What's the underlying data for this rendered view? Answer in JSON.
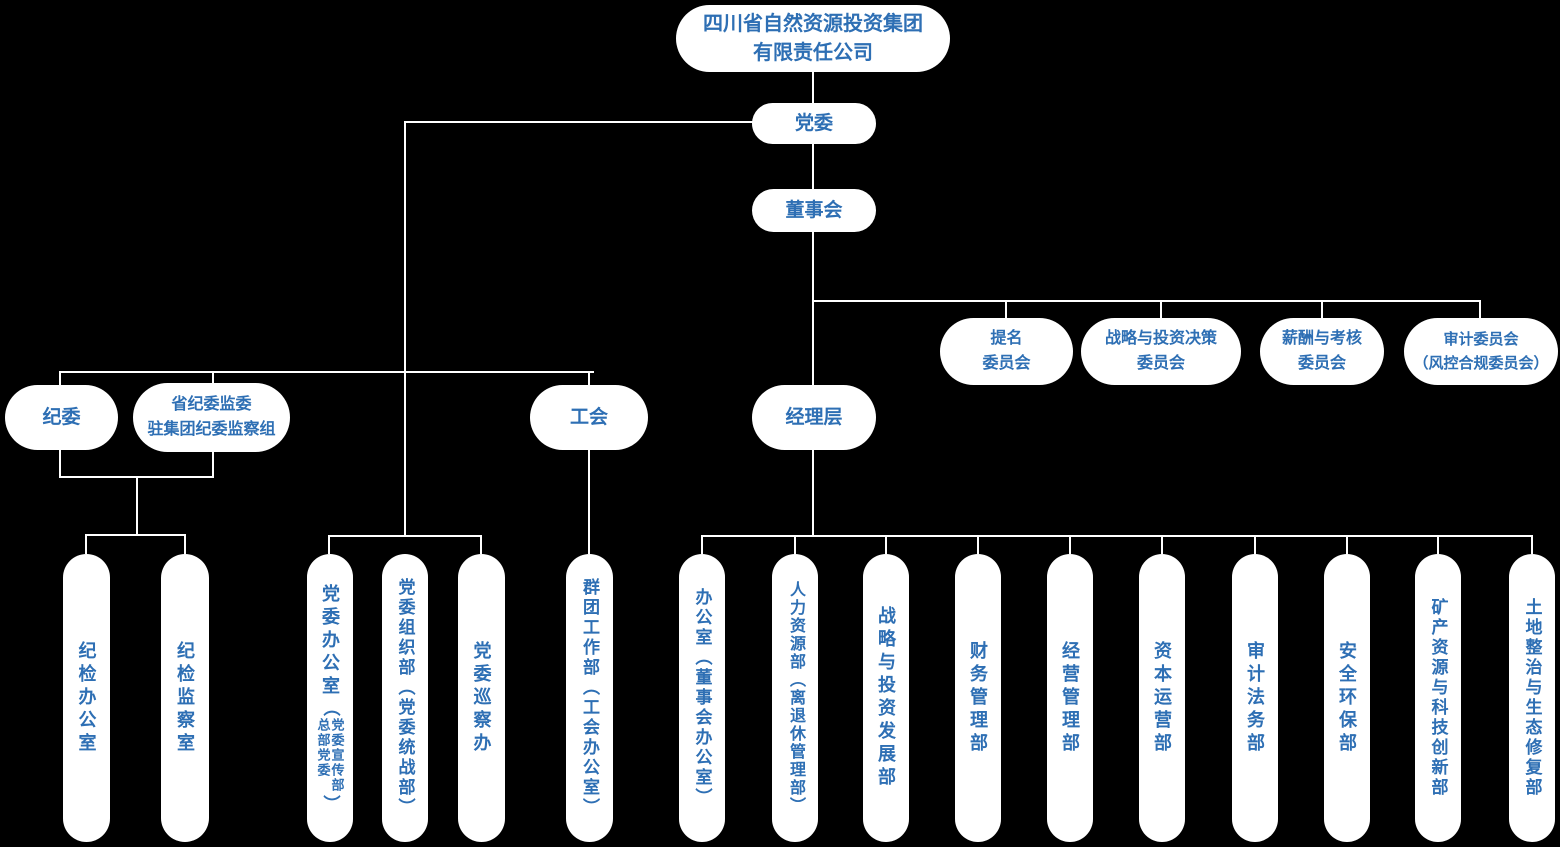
{
  "palette": {
    "background": "#000000",
    "node_fill": "#ffffff",
    "node_text": "#2e6fb4",
    "connector": "#ffffff"
  },
  "root": {
    "label": "四川省自然资源投资集团\n有限责任公司"
  },
  "party_committee": {
    "label": "党委"
  },
  "board": {
    "label": "董事会"
  },
  "board_committees": [
    {
      "label": "提名\n委员会"
    },
    {
      "label": "战略与投资决策\n委员会"
    },
    {
      "label": "薪酬与考核\n委员会"
    },
    {
      "label": "审计委员会\n（风控合规委员会）"
    }
  ],
  "management_layer": {
    "label": "经理层"
  },
  "discipline_committee": {
    "label": "纪委"
  },
  "provincial_inspection_group": {
    "label": "省纪委监委\n驻集团纪委监察组"
  },
  "labor_union": {
    "label": "工会"
  },
  "discipline_offices": [
    {
      "label": "纪检办公室"
    },
    {
      "label": "纪检监察室"
    }
  ],
  "party_office": {
    "main": "党委办公室",
    "paren_open": "（",
    "sub_left": "总部党委",
    "sub_right": "党委宣传部",
    "paren_close": "）"
  },
  "party_departments": [
    {
      "label": "党委组织部（党委统战部）"
    },
    {
      "label": "党委巡察办"
    }
  ],
  "mass_org_department": {
    "label": "群团工作部（工会办公室）"
  },
  "management_departments": [
    {
      "label": "办公室（董事会办公室）"
    },
    {
      "label": "人力资源部（离退休管理部）"
    },
    {
      "label": "战略与投资发展部"
    },
    {
      "label": "财务管理部"
    },
    {
      "label": "经营管理部"
    },
    {
      "label": "资本运营部"
    },
    {
      "label": "审计法务部"
    },
    {
      "label": "安全环保部"
    },
    {
      "label": "矿产资源与科技创新部"
    },
    {
      "label": "土地整治与生态修复部"
    }
  ]
}
